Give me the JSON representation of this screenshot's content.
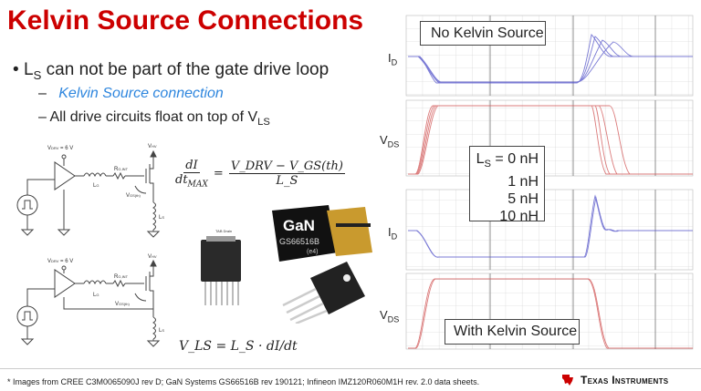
{
  "slide": {
    "title": "Kelvin Source Connections",
    "bullets": [
      {
        "text_main": "L",
        "text_sub": "S",
        "text_rest": " can not be part of the gate drive loop"
      },
      {
        "text": "Kelvin Source connection"
      },
      {
        "text_main": "All drive circuits float on top of V",
        "text_sub": "LS"
      }
    ],
    "bullet_marks": [
      "•",
      "–",
      "–"
    ]
  },
  "circuits": {
    "vdrv": "V",
    "vdrv_sub": "DRV",
    "vdrv_val": " = 6 V",
    "vhv": "V",
    "vhv_sub": "HV",
    "rg": "R",
    "rg_sub": "G,INT",
    "lg": "L",
    "lg_sub": "G",
    "vgs": "V",
    "vgs_sub": "GS(th)",
    "ls": "L",
    "ls_sub": "S"
  },
  "equations": {
    "eq1_lhs_num": "dI",
    "eq1_lhs_den": "dt",
    "eq1_lhs_den_sub": "MAX",
    "eq1_rhs_num": "V_DRV − V_GS(th)",
    "eq1_rhs_den": "L_S",
    "eq2": "V_LS = L_S · dI/dt"
  },
  "chips": {
    "gan_logo": "GaN",
    "gan_part": "GS66516B",
    "gan_mark": "(e4)",
    "tab_label": "TAB Drain"
  },
  "plots": {
    "top_label": "No Kelvin Source",
    "bottom_label": "With Kelvin Source",
    "id_label": "I",
    "id_sub": "D",
    "vds_label": "V",
    "vds_sub": "DS",
    "legend_title_main": "L",
    "legend_title_sub": "S",
    "legend_title_rest": " = 0 nH",
    "legend_items": [
      "1 nH",
      "5 nH",
      "10 nH"
    ],
    "colors": {
      "current": "#5050c8",
      "voltage": "#d05050"
    }
  },
  "footer": {
    "note": "* Images from CREE C3M0065090J rev D; GaN Systems GS66516B rev 190121; Infineon IMZ120R060M1H rev. 2.0 data sheets.",
    "brand": "Texas Instruments",
    "brand_color": "#cc0000"
  }
}
